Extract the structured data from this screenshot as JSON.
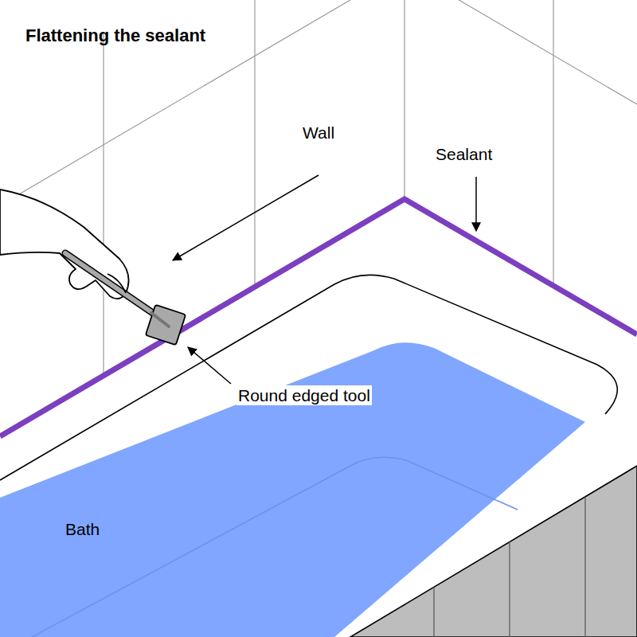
{
  "diagram": {
    "title": "Flattening the sealant",
    "labels": [
      "Wall",
      "Sealant",
      "Round edged tool",
      "Bath"
    ]
  }
}
